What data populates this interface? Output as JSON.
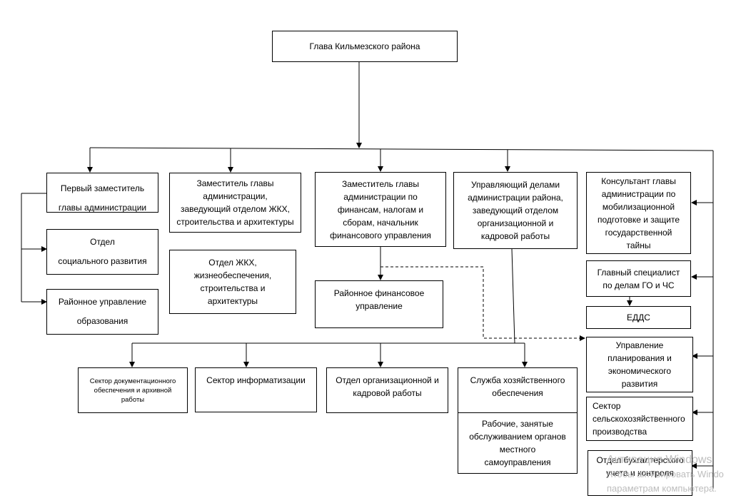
{
  "boxes": {
    "head": "Глава Кильмезского района",
    "first_deputy": "Первый заместитель\nглавы администрации",
    "social_dept": "Отдел\nсоциального развития",
    "education": "Районное управление\nобразования",
    "deputy_zhkh": "Заместитель главы\nадминистрации,\nзаведующий отделом ЖКХ,\nстроительства и архитектуры",
    "dept_zhkh": "Отдел ЖКХ,\nжизнеобеспечения,\nстроительства и\nархитектуры",
    "deputy_finance": "Заместитель главы\nадминистрации по\nфинансам, налогам и\nсборам, начальник\nфинансового управления",
    "finance_dept": "Районное финансовое\nуправление",
    "affairs_manager": "Управляющий делами\nадминистрации района,\nзаведующий отделом\nорганизационной и\nкадровой работы",
    "consultant": "Консультант главы\nадминистрации по\nмобилизационной\nподготовке и защите\nгосударственной\nтайны",
    "chief_specialist": "Главный специалист\nпо делам ГО и ЧС",
    "edds": "ЕДДС",
    "planning": "Управление\nпланирования и\nэкономического\nразвития",
    "agri": "Сектор\nсельскохозяйственного\nпроизводства",
    "accounting": "Отдел бухгалтерского\nучета и контроля",
    "doc_sector": "Сектор документационного\nобеспечения и архивной\nработы",
    "it_sector": "Сектор информатизации",
    "org_dept": "Отдел организационной и\nкадровой работы",
    "household": "Служба хозяйственного\nобеспечения",
    "workers": "Рабочие, занятые\nобслуживанием органов\nместного\nсамоуправления"
  },
  "watermark": {
    "line1": "Активация Windows",
    "line2": "Чтобы активировать Windo",
    "line3": "параметрам компьютера."
  },
  "colors": {
    "line": "#000000",
    "watermark": "#bdbdbd"
  }
}
